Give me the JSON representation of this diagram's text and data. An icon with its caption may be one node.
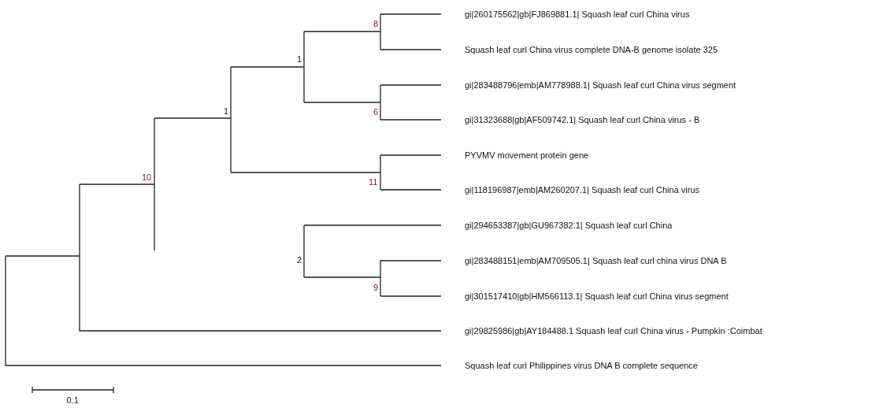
{
  "diagram": {
    "labels": [
      "8",
      "gi|260175562|gb|FJ869881.1| Squash leaf curl China virus",
      "Squash leaf curl China virus complete DNA-B genome isolate 325",
      "1",
      "gi|283488796|emb|AM778988.1| Squash leaf curl China virus segment",
      "6",
      "gi|31323688|gb|AF509742.1| Squash leaf curl China virus - B",
      "1",
      "PYVMV movement protein gene",
      "10",
      "11",
      "gi|118196987|emb|AM260207.1| Squash leaf curl China virus",
      "gi|294653387|gb|GU967382.1| Squash leaf curl China",
      "2",
      "gi|283488151|emb|AM709505.1| Squash leaf curl china virus DNA B",
      "9",
      "gi|301517410|gb|HM566113.1| Squash leaf curl China virus segment",
      "gi|29825986|gb|AY184488.1 Squash leaf curl China virus - Pumpkin :Coimbat",
      "Squash leaf curl Philippines virus DNA B complete sequence",
      "0.1"
    ]
  }
}
